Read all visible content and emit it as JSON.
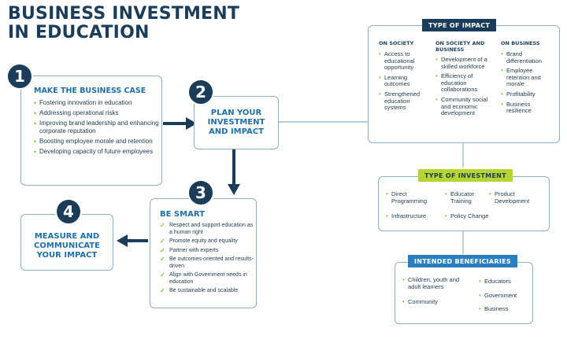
{
  "title": {
    "line1": "BUSINESS INVESTMENT",
    "line2": "IN EDUCATION"
  },
  "steps": [
    {
      "number": "1",
      "heading": "MAKE THE BUSINESS CASE",
      "items": [
        "Fostering innovation in education",
        "Addressing operational risks",
        "Improving brand leadership and enhancing corporate reputation",
        "Boosting employee morale and retention",
        "Developing capacity of future employees"
      ]
    },
    {
      "number": "2",
      "heading": "PLAN YOUR INVESTMENT AND IMPACT"
    },
    {
      "number": "3",
      "heading": "BE SMART",
      "items": [
        "Respect and support education as a human right",
        "Promote equity and equality",
        "Partner with experts",
        "Be outcomes-oriented and results-driven",
        "Align with Government needs in education",
        "Be sustainable and scalable"
      ]
    },
    {
      "number": "4",
      "heading": "MEASURE AND COMMUNICATE YOUR IMPACT"
    }
  ],
  "type_of_impact": {
    "label": "TYPE OF IMPACT",
    "columns": [
      {
        "heading": "ON SOCIETY",
        "items": [
          "Access to educational opportunity",
          "Learning outcomes",
          "Strengthened education systems"
        ]
      },
      {
        "heading": "ON SOCIETY AND BUSINESS",
        "items": [
          "Development of a skilled workforce",
          "Efficiency of education collaborations",
          "Community social and economic development"
        ]
      },
      {
        "heading": "ON BUSINESS",
        "items": [
          "Brand differentiation",
          "Employee retention and morale",
          "Profitability",
          "Business resilience"
        ]
      }
    ]
  },
  "type_of_investment": {
    "label": "TYPE OF INVESTMENT",
    "items": [
      "Direct Programming",
      "Educator Training",
      "Product Development",
      "Infrastructure",
      "Policy Change"
    ]
  },
  "intended_beneficiaries": {
    "label": "INTENDED BENEFICIARIES",
    "items": [
      "Children, youth and adult learners",
      "Educators",
      "Government",
      "Community",
      "Business"
    ]
  },
  "colors": {
    "navy": "#1b3d5a",
    "blue": "#1e6fa8",
    "green": "#b6d432",
    "bullet": "#8bc540",
    "border": "#8fb0c6"
  }
}
